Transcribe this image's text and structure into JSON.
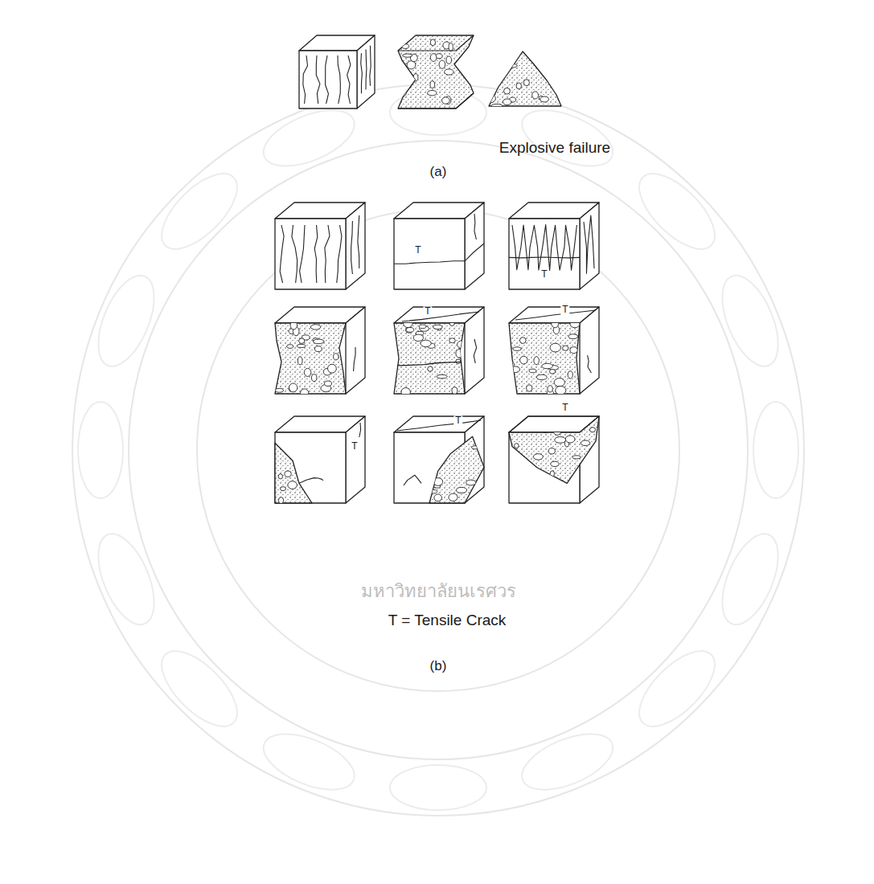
{
  "diagram": {
    "labels": [
      "Explosive failure",
      "(a)",
      "T",
      "T",
      "T",
      "T",
      "T",
      "T",
      "T",
      "T = Tensile Crack",
      "(b)",
      "มหาวิทยาลัยนเรศวร"
    ]
  }
}
